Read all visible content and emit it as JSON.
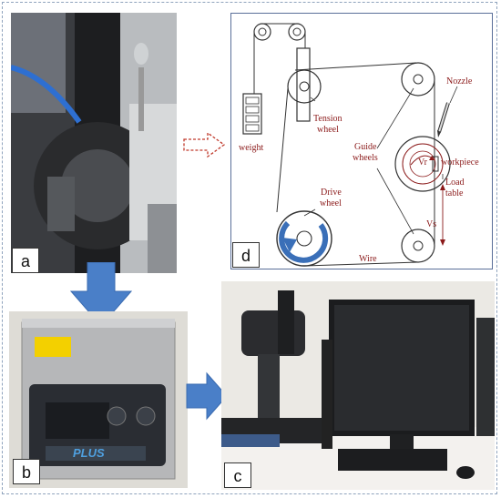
{
  "panels": {
    "a": {
      "label": "a"
    },
    "b": {
      "label": "b"
    },
    "c": {
      "label": "c"
    },
    "d": {
      "label": "d"
    }
  },
  "diagram": {
    "weight": "weight",
    "tension_wheel_line1": "Tension",
    "tension_wheel_line2": "wheel",
    "guide_wheels_line1": "Guide",
    "guide_wheels_line2": "wheels",
    "drive_wheel_line1": "Drive",
    "drive_wheel_line2": "wheel",
    "nozzle": "Nozzle",
    "workpiece": "workpiece",
    "load_table_line1": "Load",
    "load_table_line2": "table",
    "vr": "Vr",
    "vs": "Vs",
    "wire": "Wire"
  },
  "photo_text": {
    "cleaner_brand": "PLUS"
  },
  "colors": {
    "arrow_blue": "#4a7fc8",
    "dashed_arrow": "#c0392b",
    "label_red": "#8b1a1a",
    "border": "#8fa3bd"
  }
}
